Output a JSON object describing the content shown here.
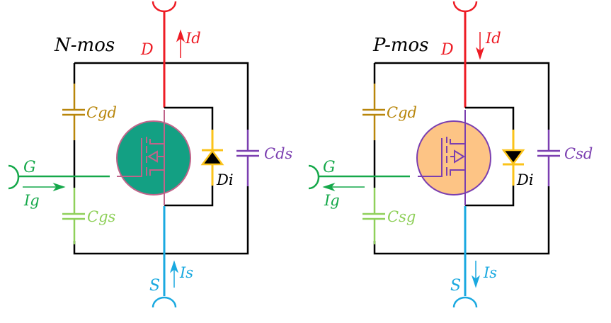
{
  "colors": {
    "wire": "#000000",
    "drain": "#ee1c25",
    "source": "#1aa9e0",
    "gate": "#15a84a",
    "cgd": "#b8860b",
    "cgs": "#8fd05a",
    "cds": "#7b3fb0",
    "diode": "#fbc31a",
    "nmos_fill": "#13a083",
    "nmos_stroke": "#c0648a",
    "pmos_fill": "#fdc485",
    "pmos_stroke": "#7b3fb0"
  },
  "circuits": [
    {
      "id": "nmos",
      "title": "N-mos",
      "drain_label": "D",
      "drain_current": "Id",
      "drain_current_dir": "up",
      "gate_label": "G",
      "gate_current": "Ig",
      "gate_current_dir": "right",
      "source_label": "S",
      "source_current": "Is",
      "source_current_dir": "up",
      "cap_top_label": "Cgd",
      "cap_bottom_label": "Cgs",
      "cap_right_label": "Cds",
      "diode_label": "Di",
      "diode_dir": "up",
      "transistor_type": "n-channel"
    },
    {
      "id": "pmos",
      "title": "P-mos",
      "drain_label": "D",
      "drain_current": "Id",
      "drain_current_dir": "down",
      "gate_label": "G",
      "gate_current": "Ig",
      "gate_current_dir": "left",
      "source_label": "S",
      "source_current": "Is",
      "source_current_dir": "down",
      "cap_top_label": "Cgd",
      "cap_bottom_label": "Csg",
      "cap_right_label": "Csd",
      "diode_label": "Di",
      "diode_dir": "down",
      "transistor_type": "p-channel"
    }
  ]
}
